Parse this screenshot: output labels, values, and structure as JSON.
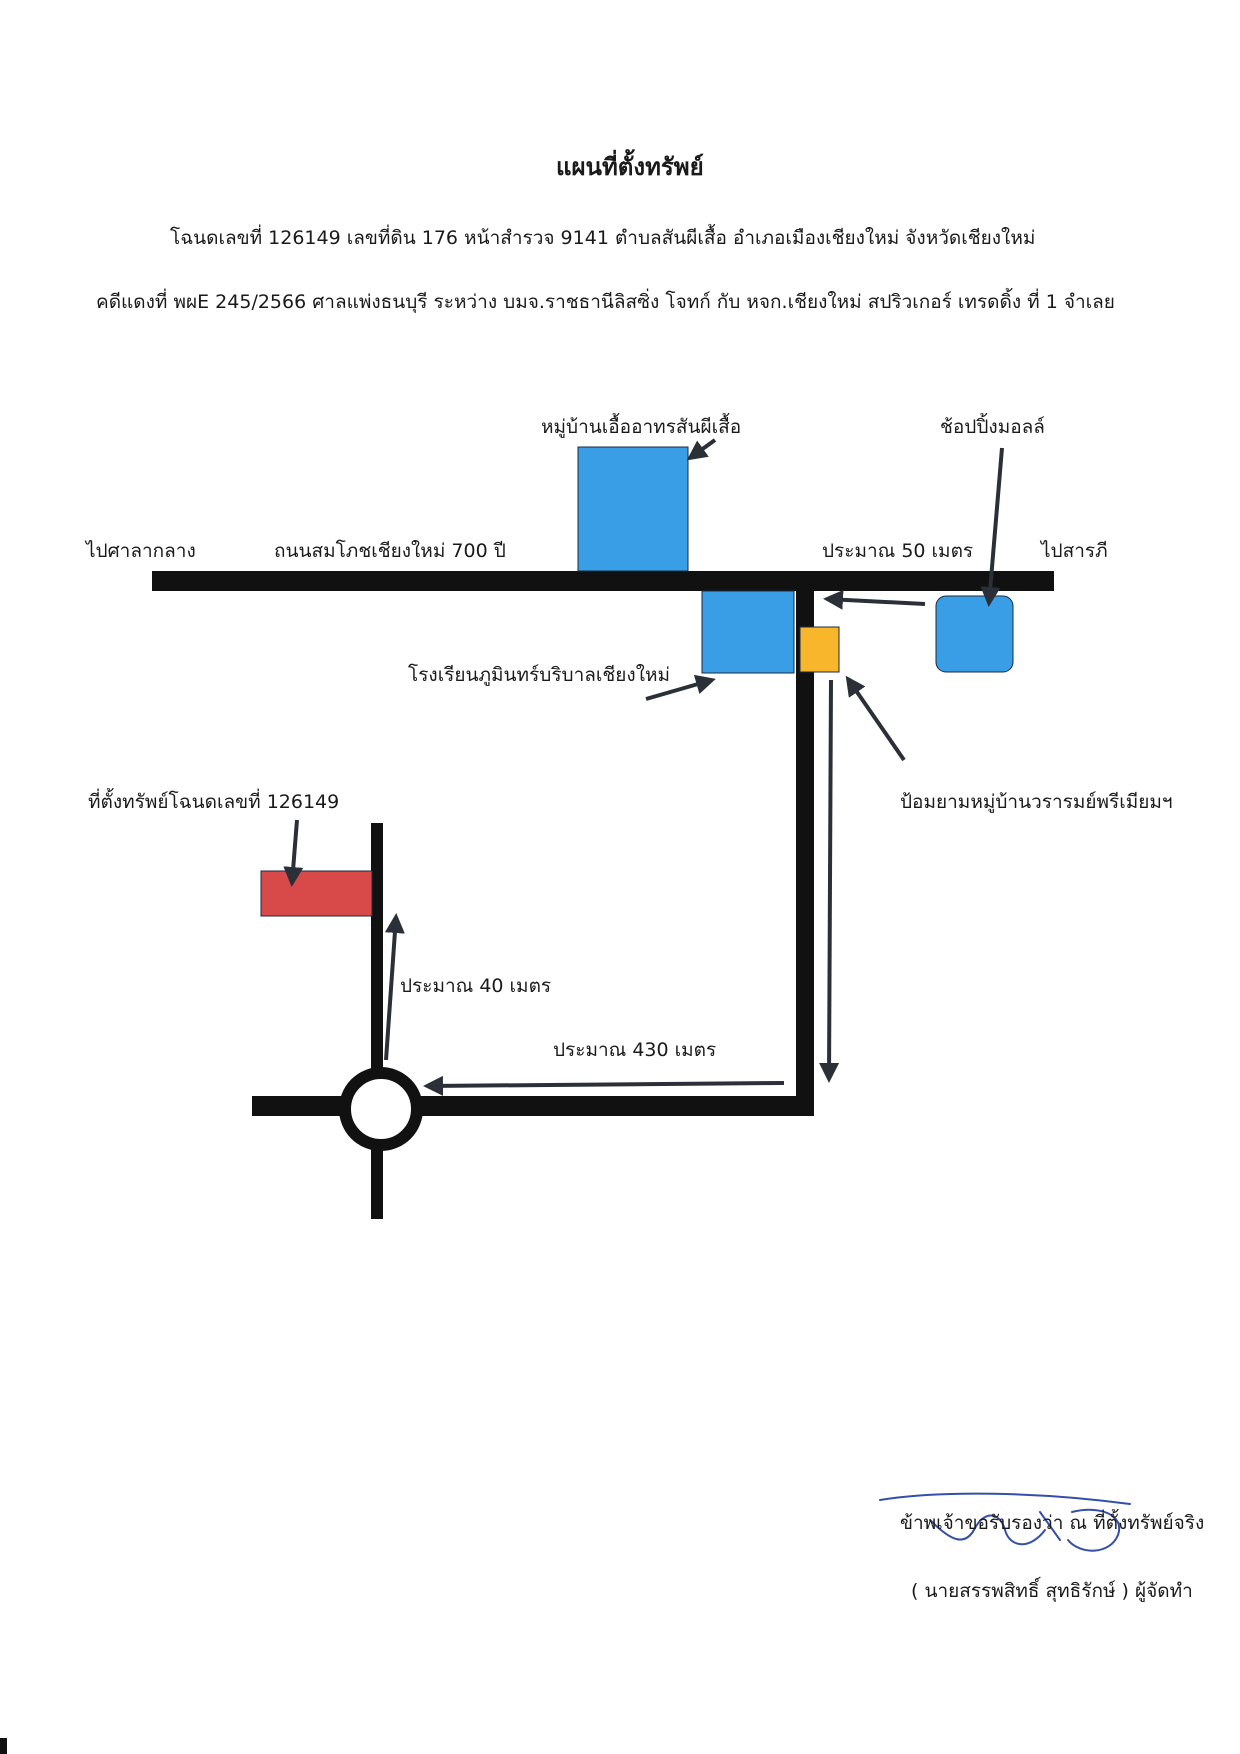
{
  "header": {
    "title": "แผนที่ตั้งทรัพย์",
    "line1": "โฉนดเลขที่ 126149  เลขที่ดิน 176 หน้าสำรวจ 9141   ตำบลสันผีเสื้อ  อำเภอเมืองเชียงใหม่  จังหวัดเชียงใหม่",
    "line2": "คดีแดงที่ พผE 245/2566 ศาลแพ่งธนบุรี ระหว่าง บมจ.ราชธานีลิสซิ่ง โจทก์ กับ หจก.เชียงใหม่ สปริวเกอร์ เทรดดิ้ง  ที่ 1 จำเลย"
  },
  "map": {
    "labels": {
      "village": "หมู่บ้านเอื้ออาทรสันผีเสื้อ",
      "mall": "ช้อปปิ้งมอลล์",
      "to_left": "ไปศาลากลาง",
      "road_name": "ถนนสมโภชเชียงใหม่ 700 ปี",
      "distance_50": "ประมาณ 50 เมตร",
      "to_right": "ไปสารภี",
      "school": "โรงเรียนภูมินทร์บริบาลเชียงใหม่",
      "police_box": "ป้อมยามหมู่บ้านวรารมย์พรีเมียมฯ",
      "property": "ที่ตั้งทรัพย์โฉนดเลขที่ 126149",
      "distance_40": "ประมาณ 40 เมตร",
      "distance_430": "ประมาณ 430 เมตร"
    },
    "colors": {
      "road": "#111111",
      "building": "#3a9ee6",
      "guard_post": "#f7b62c",
      "property": "#d84a4a",
      "arrow": "#2a2f38"
    }
  },
  "footer": {
    "certify": "ข้าพเจ้าขอรับรองว่า ณ ที่ตั้งทรัพย์จริง",
    "signer": "( นายสรรพสิทธิ์  สุทธิรักษ์ )  ผู้จัดทำ"
  }
}
